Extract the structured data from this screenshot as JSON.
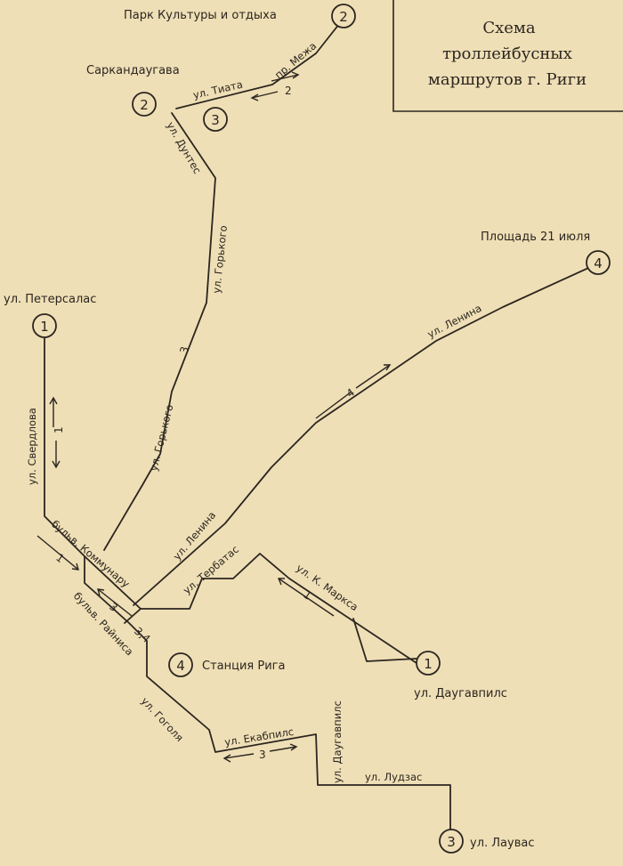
{
  "title": {
    "lines": [
      "Схема",
      "троллейбусных",
      "маршрутов  г. Риги"
    ]
  },
  "terminals": [
    {
      "id": "park",
      "number": "2",
      "label": "Парк Культуры и отдыха"
    },
    {
      "id": "sarkandaugava",
      "number": "2",
      "label": "Саркандаугава"
    },
    {
      "id": "teita",
      "number": "3",
      "label": ""
    },
    {
      "id": "ploshchad",
      "number": "4",
      "label": "Площадь 21 июля"
    },
    {
      "id": "petersalas",
      "number": "1",
      "label": "ул. Петерсалас"
    },
    {
      "id": "stanciya",
      "number": "4",
      "label": "Станция Рига"
    },
    {
      "id": "daugavpils",
      "number": "1",
      "label": "ул. Даугавпилс"
    },
    {
      "id": "lauvas",
      "number": "3",
      "label": "ул. Лаувас"
    }
  ],
  "streets": {
    "teita": "ул. Тиата",
    "mezha": "пр. Межа",
    "dunteс": "ул. Дунтес",
    "gorkogo_upper": "ул. Горького",
    "gorkogo_lower": "ул. Горького",
    "lenina_upper": "ул. Ленина",
    "lenina_lower": "ул. Ленина",
    "sverdlova": "ул. Свердлова",
    "kommunaru": "бульв. Коммунару",
    "rainisa": "бульв. Райниса",
    "terbatas": "ул. Тербатас",
    "k_marksa": "ул. К. Маркса",
    "gogolya": "ул. Гоголя",
    "ekabpils": "ул. Екабпилс",
    "daugavpils_street": "ул. Даугавпилс",
    "ludzas": "ул. Лудзас"
  },
  "route_numbers": {
    "r2_top": "2",
    "r3_gorkogo": "3",
    "r1_sverdlova": "1",
    "r4_lenina": "4",
    "r1_kommunaru": "1",
    "r3_rainisa": "3",
    "r34": "3,4",
    "r1_marksa": "1",
    "r3_ekabpils": "3"
  }
}
